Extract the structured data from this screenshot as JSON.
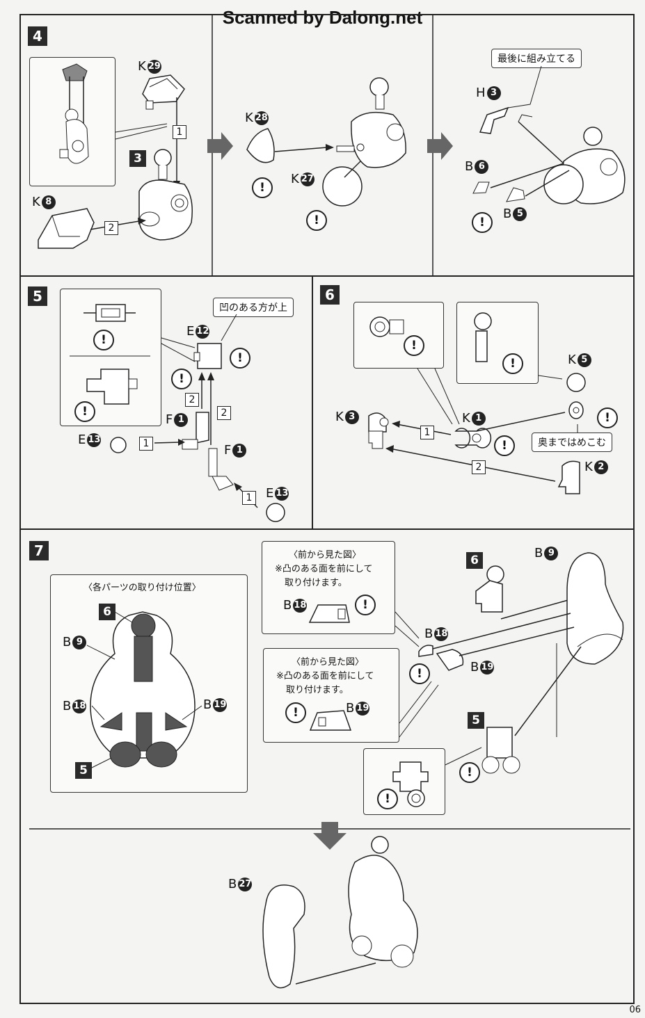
{
  "header": {
    "watermark": "Scanned by Dalong.net"
  },
  "footer": {
    "page_number": "06"
  },
  "icons": {
    "warning": "!"
  },
  "step4": {
    "number": "4",
    "labels": {
      "k29": "K",
      "k29n": "29",
      "s3": "3",
      "k8": "K",
      "k8n": "8",
      "k28": "K",
      "k28n": "28",
      "k27": "K",
      "k27n": "27",
      "h3": "H",
      "h3n": "3",
      "b6": "B",
      "b6n": "6",
      "b5": "B",
      "b5n": "5"
    },
    "order": [
      "1",
      "2"
    ],
    "callout": "最後に組み立てる"
  },
  "step5": {
    "number": "5",
    "labels": {
      "e12": "E",
      "e12n": "12",
      "f1a": "F",
      "f1an": "1",
      "f1b": "F",
      "f1bn": "1",
      "e13a": "E",
      "e13an": "13",
      "e13b": "E",
      "e13bn": "13"
    },
    "order": [
      "1",
      "2",
      "2",
      "1"
    ],
    "callout": "凹のある方が上"
  },
  "step6": {
    "number": "6",
    "labels": {
      "k3": "K",
      "k3n": "3",
      "k1": "K",
      "k1n": "1",
      "k5": "K",
      "k5n": "5",
      "k2": "K",
      "k2n": "2"
    },
    "order": [
      "1",
      "2"
    ],
    "callout": "奥まではめこむ"
  },
  "step7": {
    "number": "7",
    "positions_title": "〈各パーツの取り付け位置〉",
    "labels": {
      "s6": "6",
      "b9": "B",
      "b9n": "9",
      "b18": "B",
      "b18n": "18",
      "b19": "B",
      "b19n": "19",
      "s5": "5"
    },
    "front_view_1": {
      "title": "〈前から見た図〉",
      "line1": "※凸のある面を前にして",
      "line2": "取り付けます。",
      "part": "B",
      "partn": "18"
    },
    "front_view_2": {
      "title": "〈前から見た図〉",
      "line1": "※凸のある面を前にして",
      "line2": "取り付けます。",
      "part": "B",
      "partn": "19"
    },
    "assembly_labels": {
      "s6": "6",
      "b9": "B",
      "b9n": "9",
      "b18": "B",
      "b18n": "18",
      "b19": "B",
      "b19n": "19",
      "s5": "5",
      "b27": "B",
      "b27n": "27"
    }
  }
}
